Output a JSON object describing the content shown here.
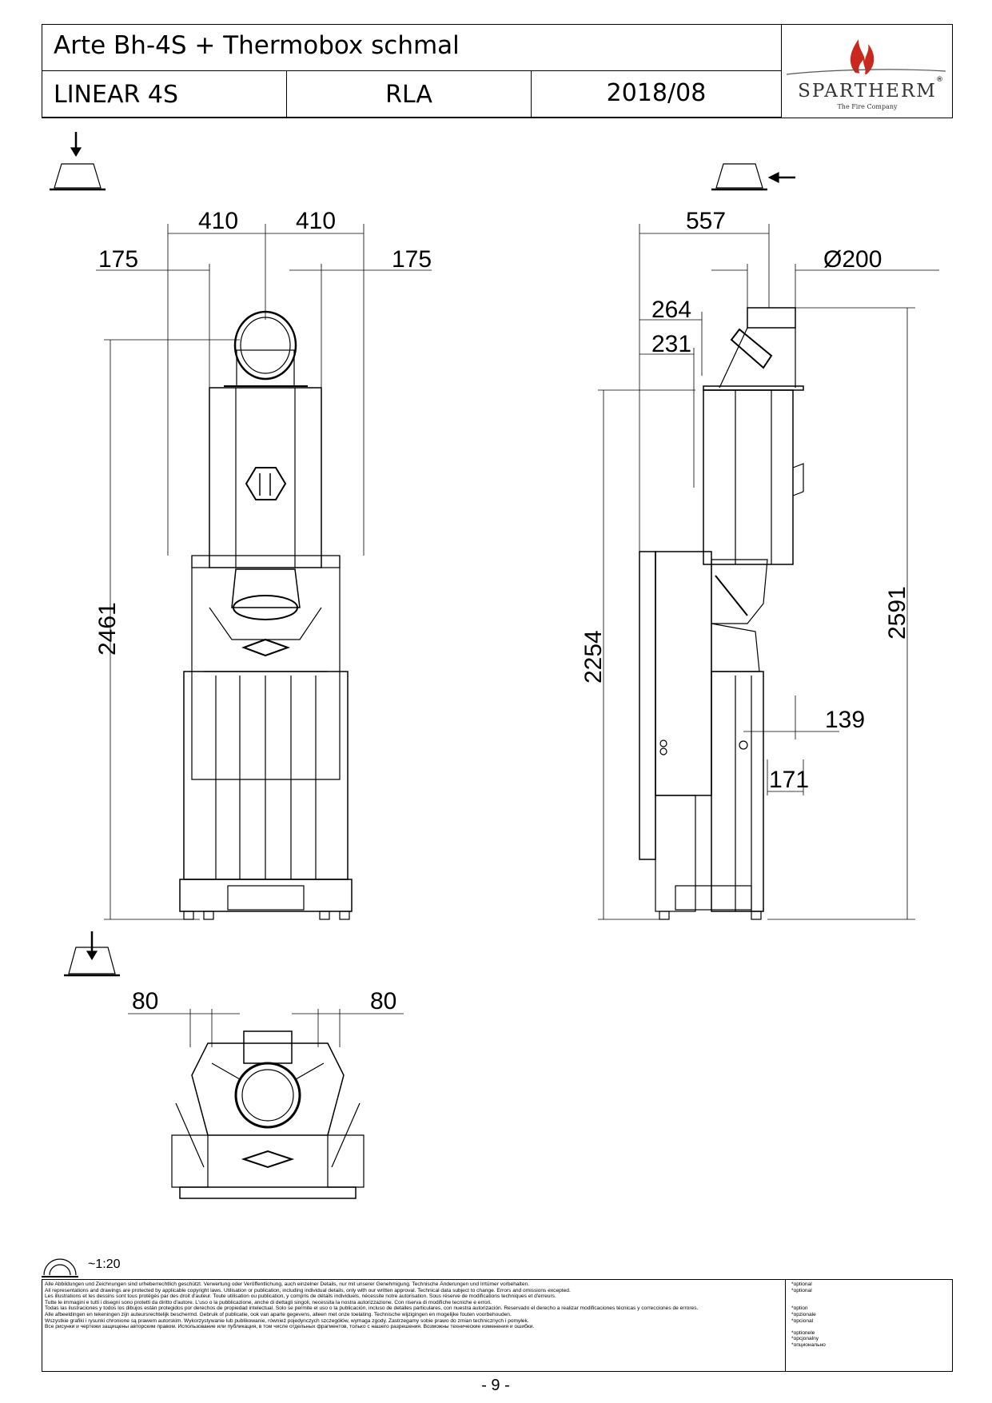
{
  "header": {
    "title": "Arte Bh-4S + Thermobox schmal",
    "model": "LINEAR 4S",
    "variant": "RLA",
    "date": "2018/08",
    "brand": "SPARTHERM",
    "tagline": "The Fire Company",
    "registered_mark": "®"
  },
  "dimensions": {
    "front": {
      "top_left": "410",
      "top_right": "410",
      "side_left": "175",
      "side_right": "175",
      "height": "2461"
    },
    "side": {
      "depth": "557",
      "flue_diameter": "Ø200",
      "offset_264": "264",
      "offset_231": "231",
      "height_2254": "2254",
      "height_2591": "2591",
      "dim_139": "139",
      "dim_171": "171"
    },
    "top": {
      "left": "80",
      "right": "80"
    }
  },
  "scale": "~1:20",
  "disclaimer": {
    "lines": [
      "Alle Abbildungen und Zeichnungen sind urheberrechtlich geschützt. Verwertung oder Veröffentlichung, auch einzelner Details, nur mit unserer Genehmigung. Technische Änderungen und Irrtümer vorbehalten.",
      "All representations and drawings are protected by applicable copyright laws. Utilisation or publication, including individual details, only with our written approval. Technical data subject to change. Errors and omissions excepted.",
      "Les illustrations et les dessins sont tous protégés par des droit d'auteur. Toute utilisation ou publication, y compris de détails individuels, nécessite notre autorisation. Sous réserve de modifications techniques et d'erreurs.",
      "Tutte le immagini e tutti i disegni sono protetti da diritto d'autore. L'uso o la pubblicazione, anche di dettagli singoli, necessita la nostra autorizzazione. Con riserva di modifiche tecniche e errori.",
      "Todas las ilustraciones y todos los dibujos están protegidos por derechos de propiedad intelectual. Solo se permite el uso o la publicación, incluso de detalles particulares, con nuestra autorización. Reservado el derecho a realizar modificaciones técnicas y correcciones de errores.",
      "Alle afbeeldingen en tekeningen zijn auteursrechtelijk beschermd. Gebruik of publicatie, ook van aparte gegevens, alleen met onze toelating. Technische wijzigingen en mogelijke fouten voorbehouden.",
      "Wszystkie grafiki i rysunki chronione są prawem autorskim. Wykorzystywanie lub publikowanie, również pojedynczych szczegółów, wymaga zgody. Zastrzegamy sobie prawo do zmian technicznych i pomyłek.",
      "Все рисунки и чертежи защищены авторским правом. Использование или публикация, в том числе отдельных фрагментов, только с нашего разрешения. Возможны технические изменения и ошибки."
    ],
    "notes": [
      "*optional",
      "*optional",
      "",
      "",
      "*option",
      "*opzionale",
      "*opcional",
      "",
      "*optionele",
      "*opcjonalny",
      "*опционально"
    ]
  },
  "page_number": "- 9 -"
}
